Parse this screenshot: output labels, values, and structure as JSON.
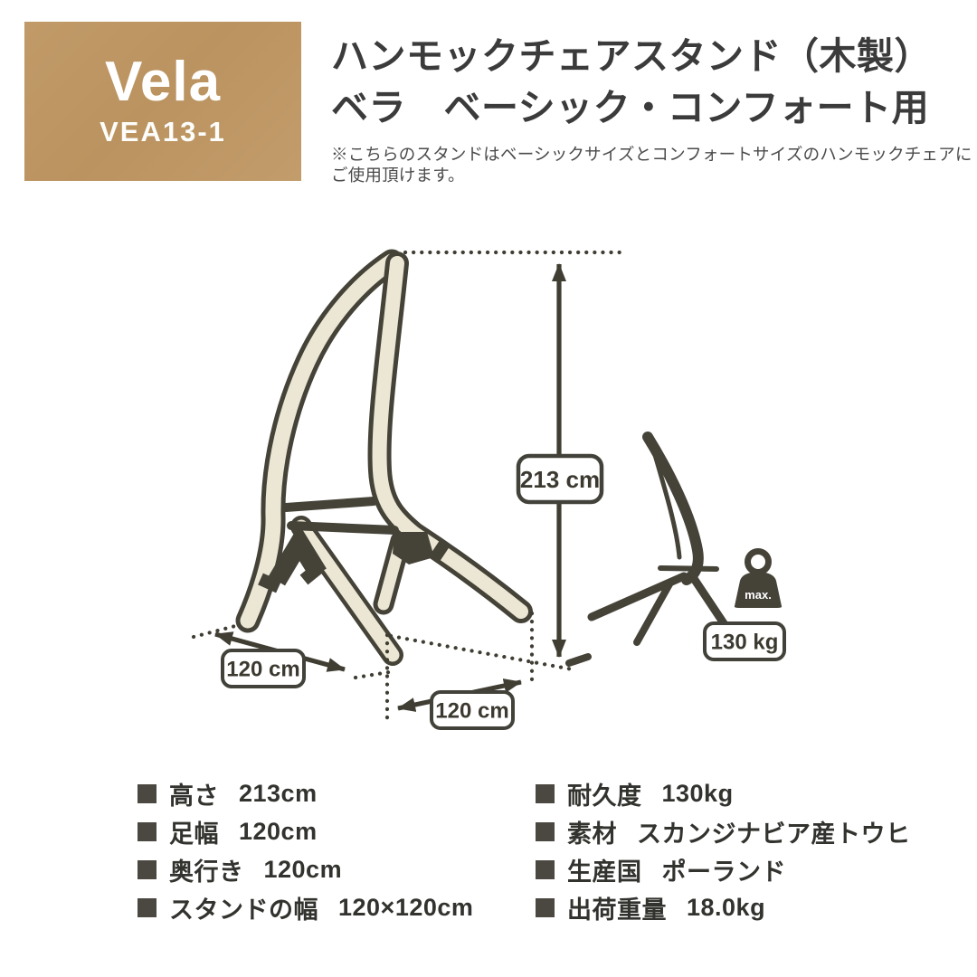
{
  "header": {
    "brand": "Vela",
    "model": "VEA13-1",
    "title_line1": "ハンモックチェアスタンド（木製）",
    "title_line2": "ベラ　ベーシック・コンフォート用",
    "note_line1": "※こちらのスタンドはベーシックサイズとコンフォートサイズのハンモックチェアに",
    "note_line2": "ご使用頂けます。"
  },
  "diagram": {
    "height": "213 cm",
    "foot_span": "120 cm",
    "depth": "120 cm",
    "max_load": "130 kg",
    "max_label": "max."
  },
  "specs": {
    "left": [
      {
        "label": "高さ",
        "value": "213cm"
      },
      {
        "label": "足幅",
        "value": "120cm"
      },
      {
        "label": "奥行き",
        "value": "120cm"
      },
      {
        "label": "スタンドの幅",
        "value": "120×120cm"
      }
    ],
    "right": [
      {
        "label": "耐久度",
        "value": "130kg"
      },
      {
        "label": "素材",
        "value": "スカンジナビア産トウヒ"
      },
      {
        "label": "生産国",
        "value": "ポーランド"
      },
      {
        "label": "出荷重量",
        "value": "18.0kg"
      }
    ]
  },
  "colors": {
    "brand_box": "#bd9663",
    "outline_dark": "#454338",
    "pole_fill": "#ece7d5",
    "label_text": "#3c3a30",
    "body_text": "#32322e"
  }
}
